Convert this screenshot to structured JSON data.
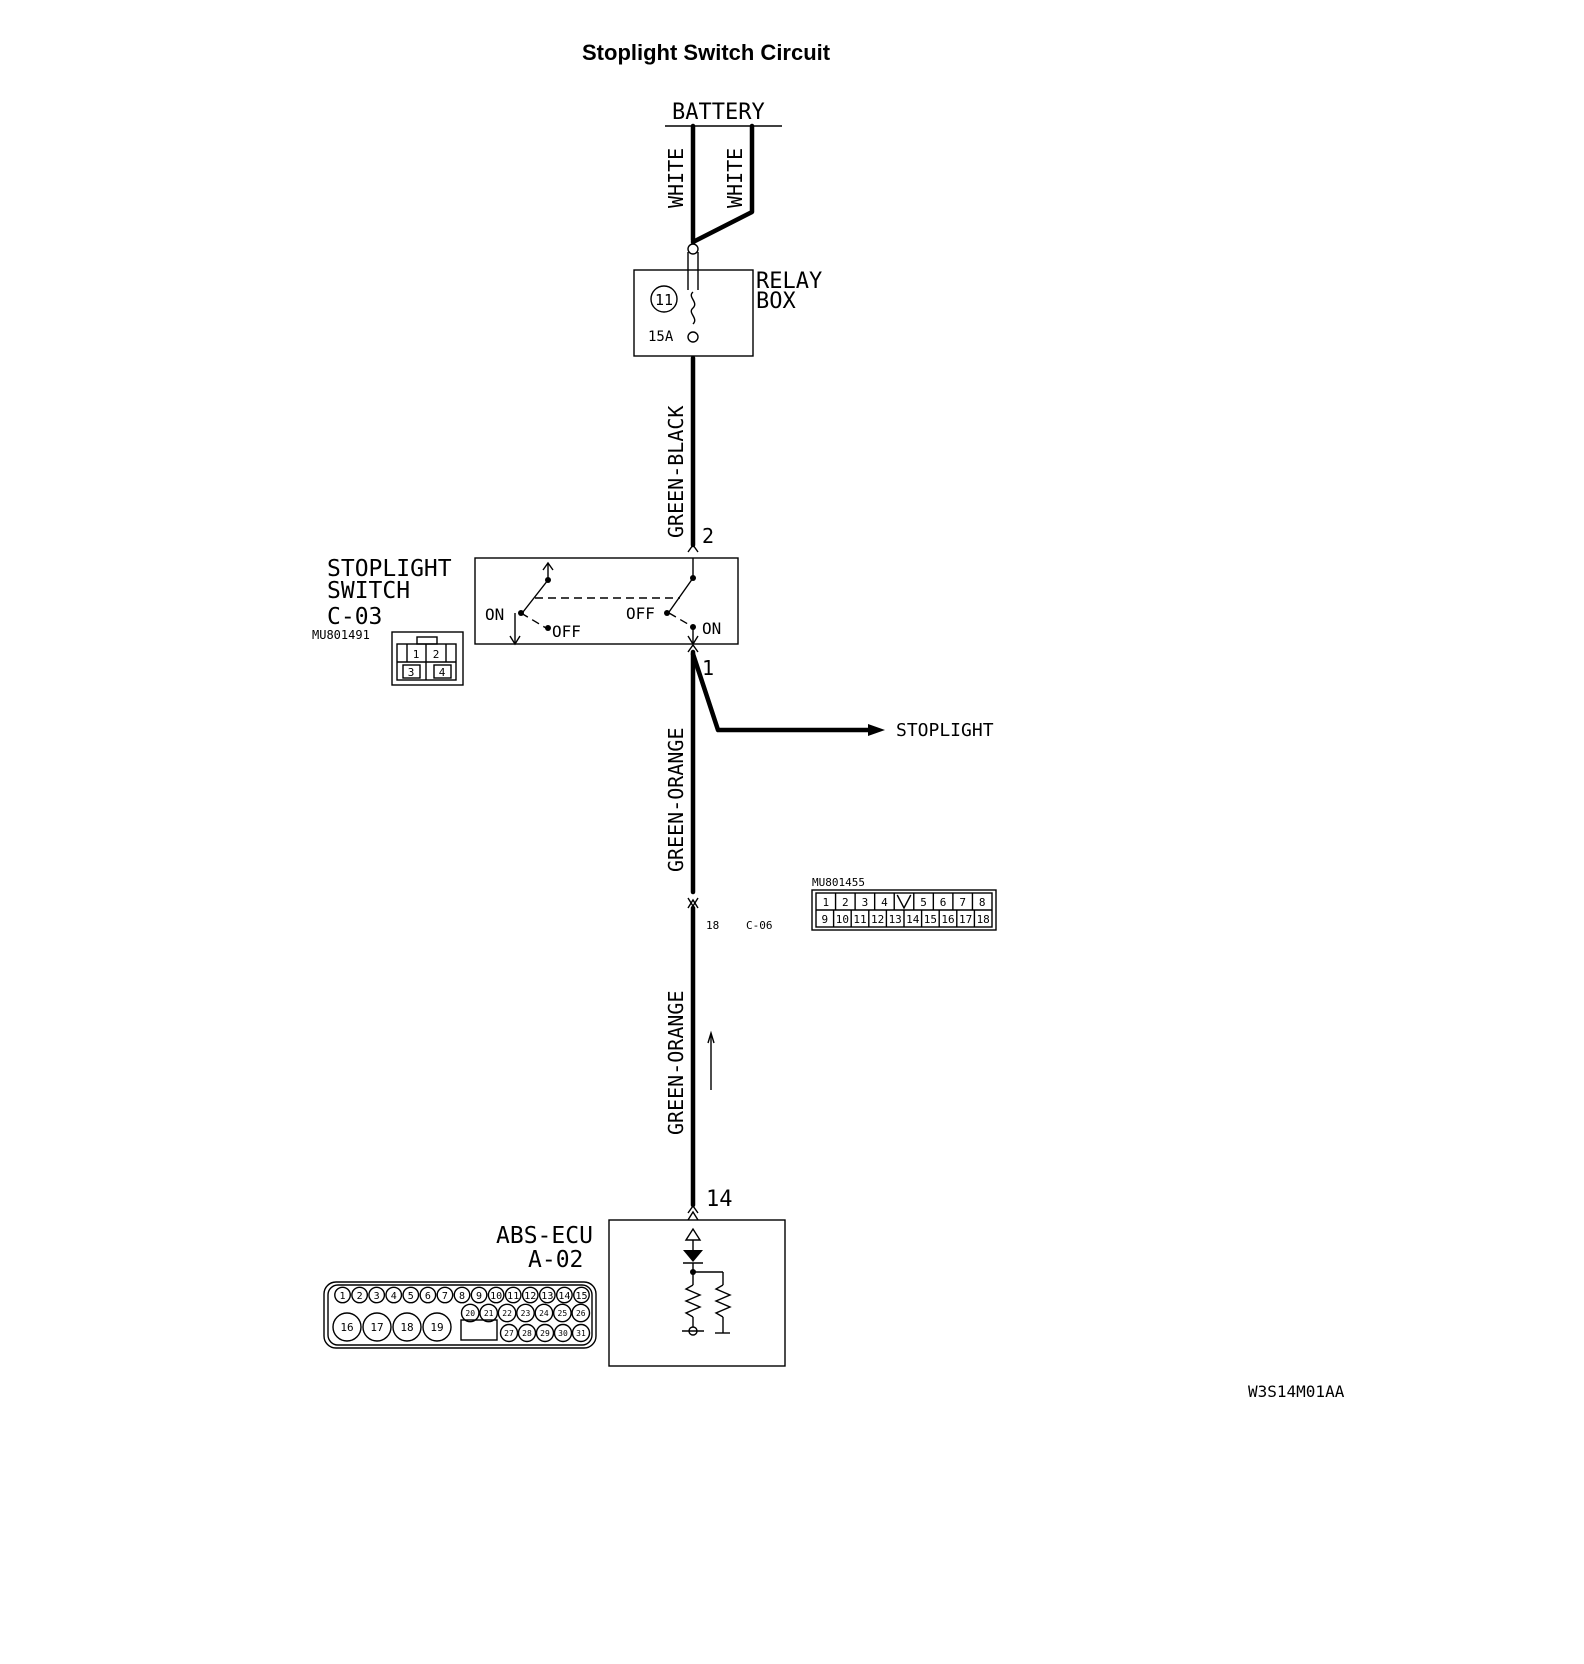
{
  "title": "Stoplight Switch Circuit",
  "battery": {
    "label": "BATTERY"
  },
  "wires": {
    "white_left": "WHITE",
    "white_right": "WHITE",
    "green_black": "GREEN-BLACK",
    "green_orange_upper": "GREEN-ORANGE",
    "green_orange_lower": "GREEN-ORANGE"
  },
  "relay_box": {
    "label_line1": "RELAY",
    "label_line2": "BOX",
    "fuse_number": "11",
    "fuse_rating": "15A"
  },
  "stoplight_switch": {
    "label_line1": "STOPLIGHT",
    "label_line2": "SWITCH",
    "code": "C-03",
    "part_number": "MU801491",
    "pin_top": "2",
    "pin_bottom": "1",
    "left_on": "ON",
    "left_off": "OFF",
    "right_off": "OFF",
    "right_on": "ON",
    "connector_pins": [
      "1",
      "2",
      "3",
      "4"
    ]
  },
  "stoplight_output": {
    "label": "STOPLIGHT"
  },
  "connector_c06": {
    "pin": "18",
    "code": "C-06",
    "part_number": "MU801455",
    "row1": [
      "1",
      "2",
      "3",
      "4",
      "",
      "5",
      "6",
      "7",
      "8"
    ],
    "row2": [
      "9",
      "10",
      "11",
      "12",
      "13",
      "14",
      "15",
      "16",
      "17",
      "18"
    ]
  },
  "abs_ecu": {
    "label_line1": "ABS-ECU",
    "label_line2": "A-02",
    "pin": "14",
    "row1": [
      "1",
      "2",
      "3",
      "4",
      "5",
      "6",
      "7",
      "8",
      "9",
      "10",
      "11",
      "12",
      "13",
      "14",
      "15"
    ],
    "row2_large": [
      "16",
      "17",
      "18",
      "19"
    ],
    "row2_small": [
      "20",
      "21",
      "22",
      "23",
      "24",
      "25",
      "26"
    ],
    "row3_small": [
      "27",
      "28",
      "29",
      "30",
      "31"
    ]
  },
  "figure_code": "W3S14M01AA"
}
